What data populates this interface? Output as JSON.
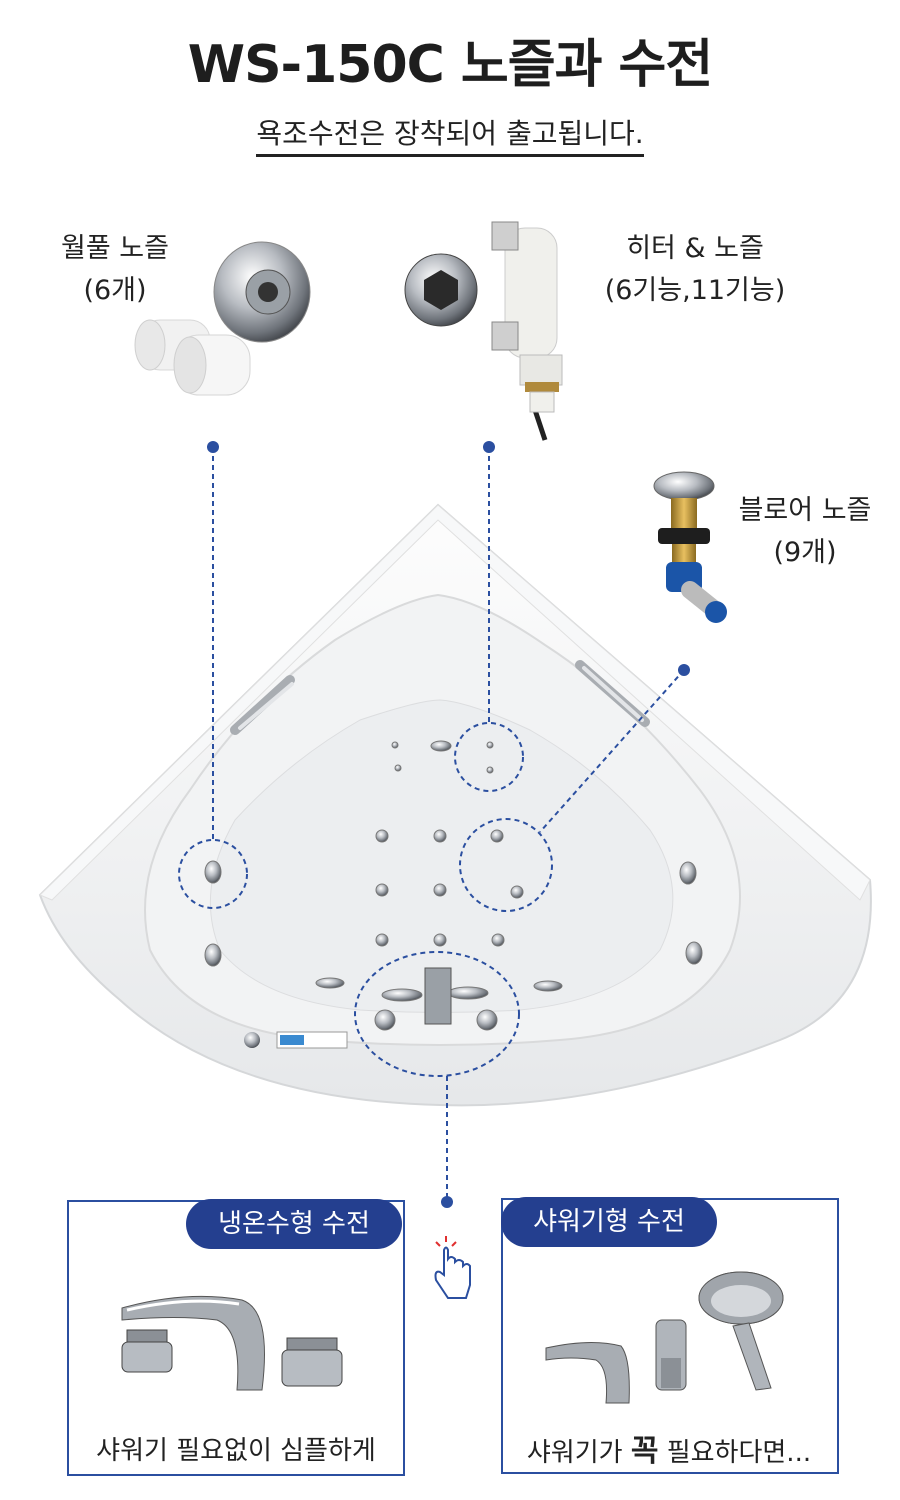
{
  "header": {
    "title": "WS-150C 노즐과 수전",
    "subtitle": "욕조수전은 장착되어 출고됩니다."
  },
  "parts": {
    "whirlpool": {
      "name": "월풀 노즐",
      "count": "(6개)"
    },
    "heater": {
      "name": "히터 & 노즐",
      "count": "(6기능,11기능)"
    },
    "blower": {
      "name": "블로어 노즐",
      "count": "(9개)"
    }
  },
  "faucets": {
    "left": {
      "badge": "냉온수형 수전",
      "caption": "샤워기 필요없이 심플하게"
    },
    "right": {
      "badge": "샤워기형 수전",
      "caption_pre": "샤워기가 ",
      "caption_strong": "꼭",
      "caption_post": " 필요하다면..."
    }
  },
  "colors": {
    "accent": "#243f8f",
    "dots": "#2b4fa0"
  }
}
